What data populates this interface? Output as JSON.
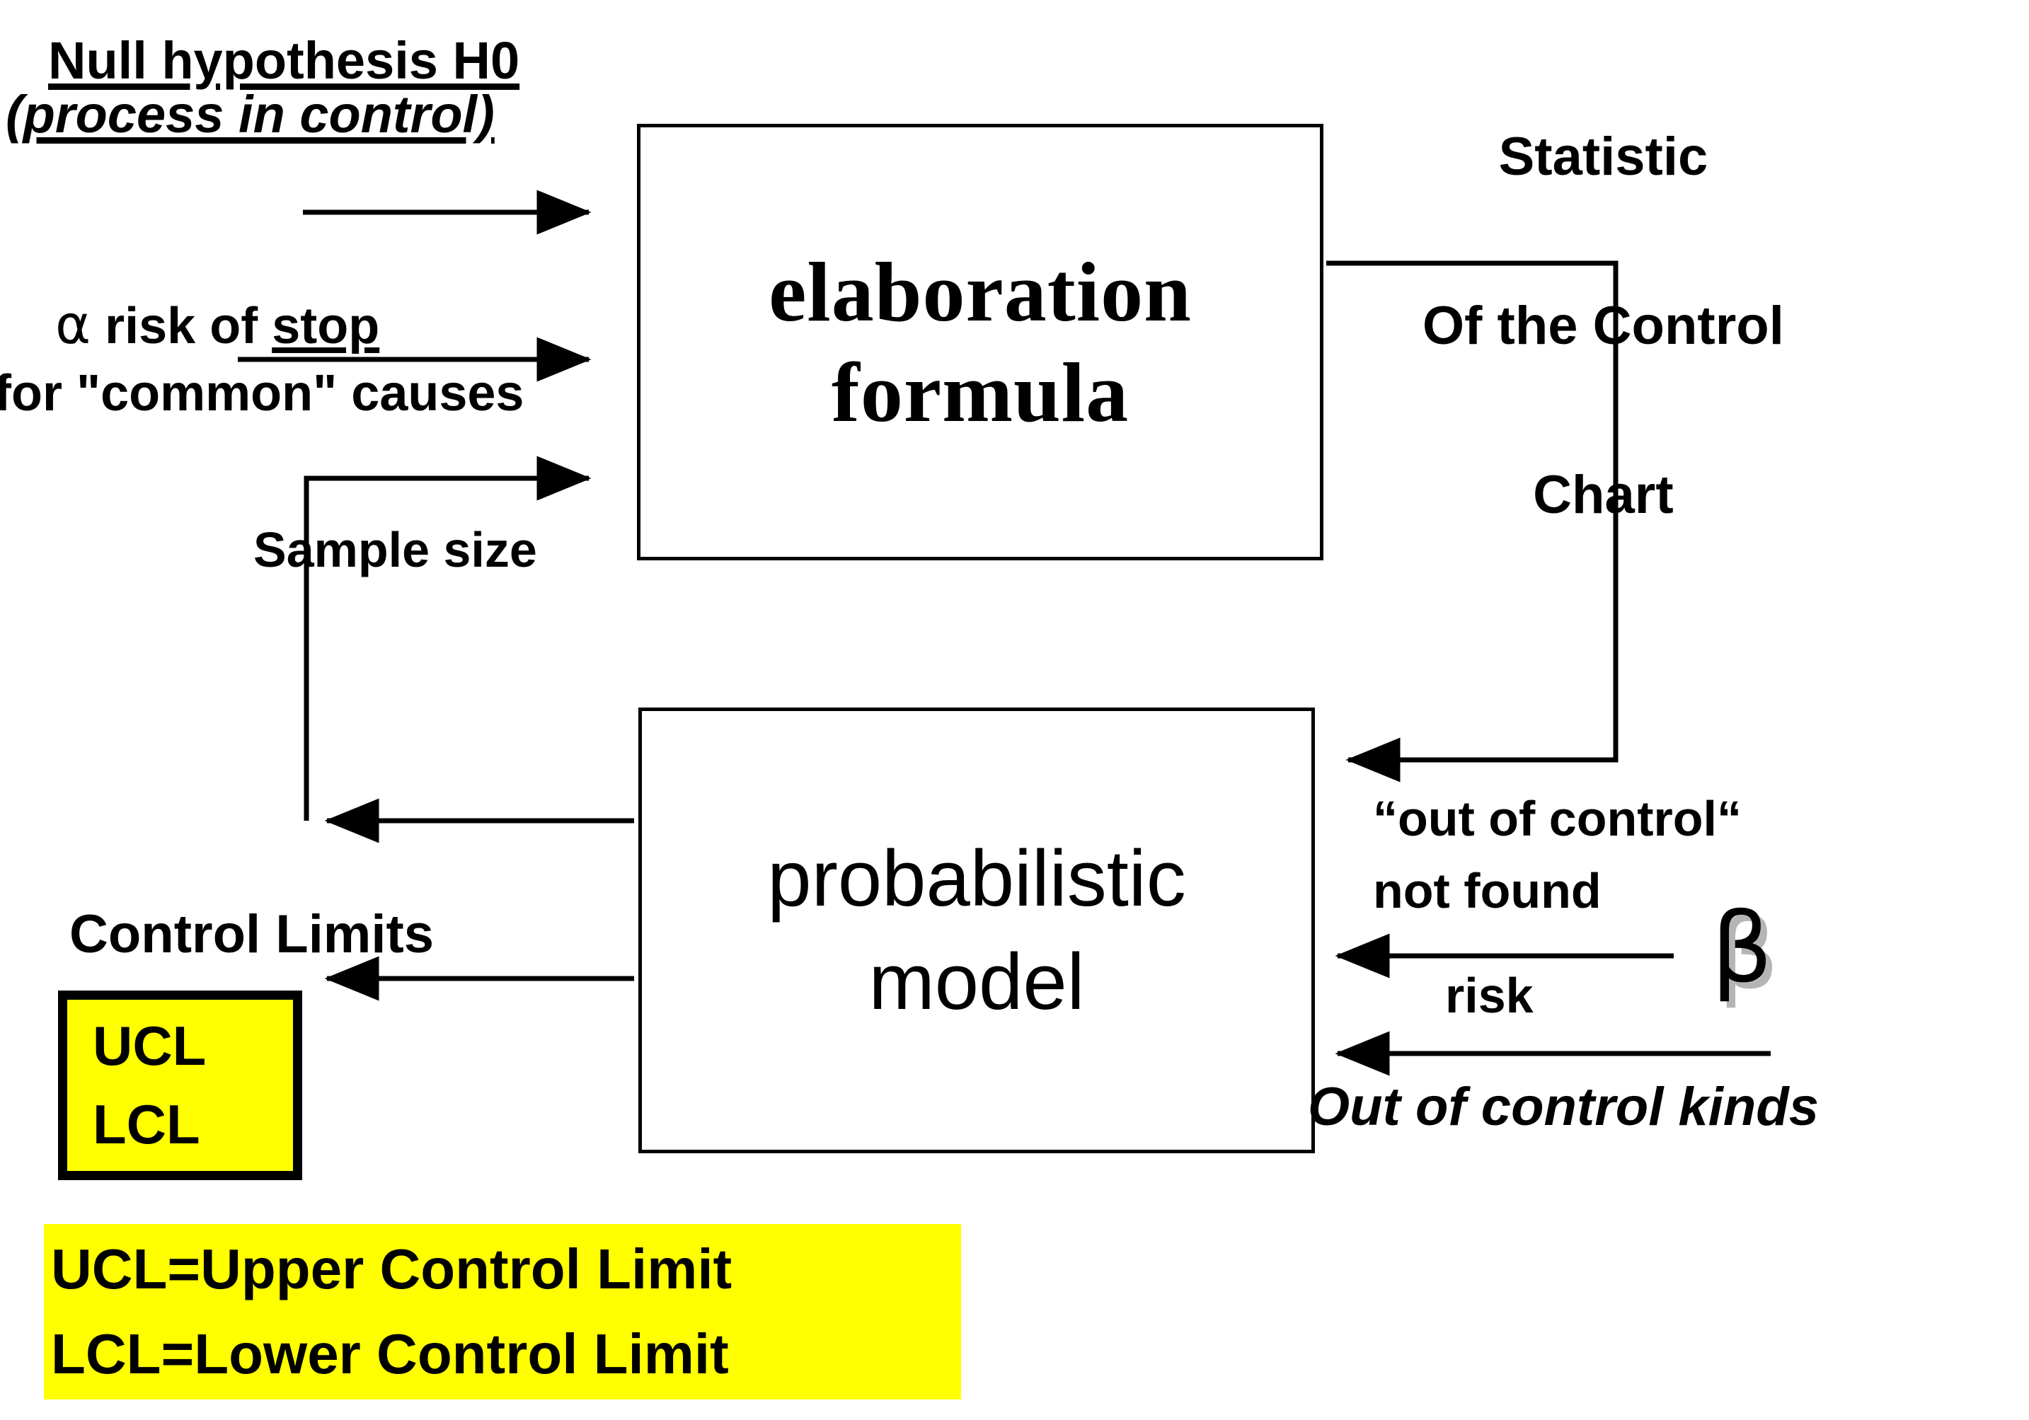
{
  "diagram": {
    "title_hidden": "Control chart hypothesis testing schematic",
    "colors": {
      "highlight": "#ffff00",
      "stroke": "#000000",
      "background": "#ffffff",
      "shadow": "#b5b5b5"
    },
    "nodes": {
      "elaboration": {
        "line1": "elaboration",
        "line2": "formula"
      },
      "probabilistic": {
        "line1": "probabilistic",
        "line2": "model"
      }
    },
    "labels": {
      "null_hypothesis_line1": "Null hypothesis H0",
      "null_hypothesis_line2": "(process in control)",
      "alpha_symbol": "α",
      "alpha_text_before": " risk of ",
      "alpha_text_underlined": "stop",
      "alpha_line2": "for \"common\" causes",
      "sample_size": "Sample size",
      "statistic_line1": "Statistic",
      "statistic_line2": "Of the Control",
      "statistic_line3": "Chart",
      "control_limits": "Control Limits",
      "out_of_control_quoted": "“out of control“",
      "not_found": "not found",
      "risk": "risk",
      "beta_symbol": "β",
      "out_of_control_kinds": "Out of control kinds"
    },
    "ucl_lcl_box": {
      "ucl": "UCL",
      "lcl": "LCL"
    },
    "legend_box": {
      "line1": "UCL=Upper Control Limit",
      "line2": "LCL=Lower Control Limit"
    }
  }
}
